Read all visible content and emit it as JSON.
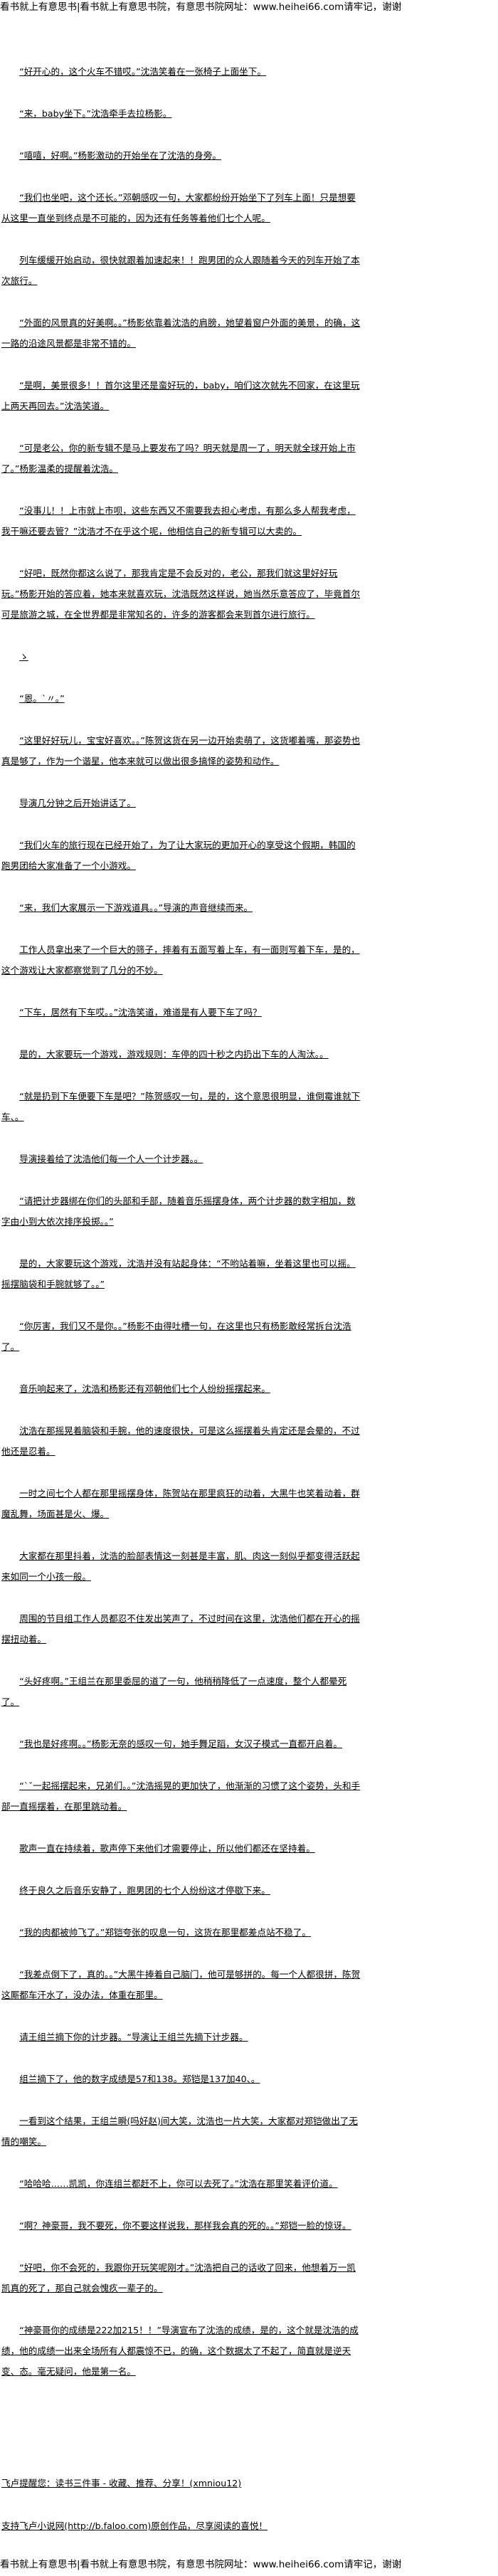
{
  "site_notice": "看书就上有意思书|看书就上有意思书院，有意思书院网址：www.heihei66.com请牢记，谢谢",
  "paragraphs": [
    "“好开心的，这个火车不错哎。”沈浩笑着在一张椅子上面坐下。",
    "“来，baby坐下。”沈浩牵手去拉杨影。",
    "“嘻嘻，好啊。”杨影激动的开始坐在了沈浩的身旁。",
    "“我们也坐吧，这个还长。”邓朝感叹一句，大家都纷纷开始坐下了列车上面！只是想要从这里一直坐到终点是不可能的，因为还有任务等着他们七个人呢。",
    "列车缓缓开始启动，很快就跟着加速起来！！跑男团的众人跟随着今天的列车开始了本次旅行。",
    "“外面的风景真的好美啊。。”杨影依靠着沈浩的肩膀，她望着窗户外面的美景，的确，这一路的沿途风景都是非常不错的。",
    "“是啊，美景很多！！首尔这里还是蛮好玩的，baby，咱们这次就先不回家，在这里玩上两天再回去。”沈浩笑道。",
    "“可是老公，你的新专辑不是马上要发布了吗？明天就是周一了，明天就全球开始上市了。”杨影温柔的提醒着沈浩。",
    "“没事儿！！上市就上市呗，这些东西又不需要我去担心考虑，有那么多人帮我考虑，我干嘛还要去管？”沈浩才不在乎这个呢，他相信自己的新专辑可以大卖的。",
    "“好吧，既然你都这么说了，那我肯定是不会反对的，老公，那我们就这里好好玩玩。”杨影开始的答应着，她本来就喜欢玩，沈浩既然这样说，她当然乐意答应了，毕竟首尔可是旅游之城，在全世界都是非常知名的，许多的游客都会来到首尔进行旅行。",
    "ゝ",
    "“恩。ˋ〃。”",
    "“这里好好玩儿，宝宝好喜欢。。”陈贺这货在另一边开始卖萌了，这货嘟着嘴，那姿势也真是够了，作为一个谐星，他本来就可以做出很多搞怿的姿势和动作。",
    "导演几分钟之后开始讲话了。",
    "“我们火车的旅行现在已经开始了，为了让大家玩的更加开心的享受这个假期，韩国的跑男团给大家准备了一个小游戏。",
    "“来，我们大家展示一下游戏道具。。”导演的声音继续而来。",
    "工作人员拿出来了一个巨大的筛子，摔着有五面写着上车，有一面则写着下车，是的，这个游戏让大家都察觉到了几分的不妙。",
    "“下车，居然有下车哎。。”沈浩笑道，难道是有人要下车了吗？",
    "是的，大家要玩一个游戏，游戏规则：车停的四十秒之内扔出下车的人淘汰。。",
    "“就是扔到下车便要下车是吧？”陈贺感叹一句，是的，这个意思很明显，谁倒霉谁就下车、。",
    "导演接着给了沈浩他们每一个人一个计步器。。",
    "“请把计步器绑在你们的头部和手部，随着音乐摇摆身体，两个计步器的数字相加，数字由小到大依次排序投掷。。”",
    "是的，大家要玩这个游戏，沈浩并没有站起身体：“不哟站着嘛，坐着这里也可以摇。摇摆脑袋和手腕就够了。。”",
    "“你厉害，我们又不是你。。”杨影不由得吐槽一句，在这里也只有杨影敢经常拆台沈浩了。",
    "音乐响起来了，沈浩和杨影还有邓朝他们七个人纷纷摇摆起来。",
    "沈浩在那摇晃着脑袋和手腕，他的速度很快，可是这么摇摆着头肯定还是会晕的，不过他还是忍着。",
    "一时之间七个人都在那里摇摆身体，陈贺站在那里疯狂的动着，大黑牛也笑着动着，群魔乱舞，场面甚是火、爆。",
    "大家都在那里抖着，沈浩的脸部表情这一刻甚是丰富，肌、肉这一刻似乎都变得活跃起来如同一个小孩一般。",
    "周围的节目组工作人员都忍不住发出笑声了，不过时间在这里，沈浩他们都在开心的摇摆扭动着。",
    "“头好疼啊。”王组兰在那里委屈的道了一句，他稍稍降低了一点速度，整个人都晕死了。",
    "“我也是好疼啊。。”杨影无奈的感叹一句，她手舞足蹈，女汉子模式一直都开启着。",
    "“ˋˇ一起摇摆起来，兄弟们。。”沈浩摇晃的更加快了，他渐渐的习惯了这个姿势，头和手部一直摇摆着，在那里跳动着。",
    "歌声一直在持续着，歌声停下来他们才需要停止，所以他们都还在坚持着。",
    "终于良久之后音乐安静了，跑男团的七个人纷纷这才停歇下来。",
    "“我的肉都被帅飞了。”郑铠夸张的叹息一句，这货在那里都差点站不稳了。",
    "“我差点倒下了，真的。。”大黑牛捧着自己脑门，他可是够拼的。每一个人都很拼，陈贺这厮都车汗水了，没办法，体重在那里。",
    "请王组兰摘下你的计步器。“导演让王组兰先摘下计步器。",
    "组兰摘下了，他的数字成绩是57和138。郑铠是137加40、。",
    "一看到这个结果，王组兰瞬(吗好赵)间大笑，沈浩也一片大笑，大家都对郑铠做出了无情的嘲笑。",
    "“哈哈哈……凯凯，你连组兰都赶不上，你可以去死了。”沈浩在那里笑着评价道。",
    "“啊？神豪哥，我不要死，你不要这样说我，那样我会真的死的。。”郑铠一脸的惊讶。",
    "“好吧，你不会死的，我跟你开玩笑呢刚才。”沈浩把自己的话收了回来，他想着万一凯凯真的死了，那自己就会愧疚一辈子的。",
    "“神豪哥你的成绩是222加215！！”导演宣布了沈浩的成绩，是的，这个就是沈浩的成绩，他的成绩一出来全场所有人都震惊不已，的确，这个数据太了不起了，简直就是逆天变、态。毫无疑问，他是第一名。"
  ],
  "footer": {
    "reminder": "飞卢提醒您：读书三件事 - 收藏、推荐、分享！(xmniou12)",
    "support": "支持飞卢小说网(http://b.faloo.com)原创作品，尽享阅读的喜悦！"
  }
}
